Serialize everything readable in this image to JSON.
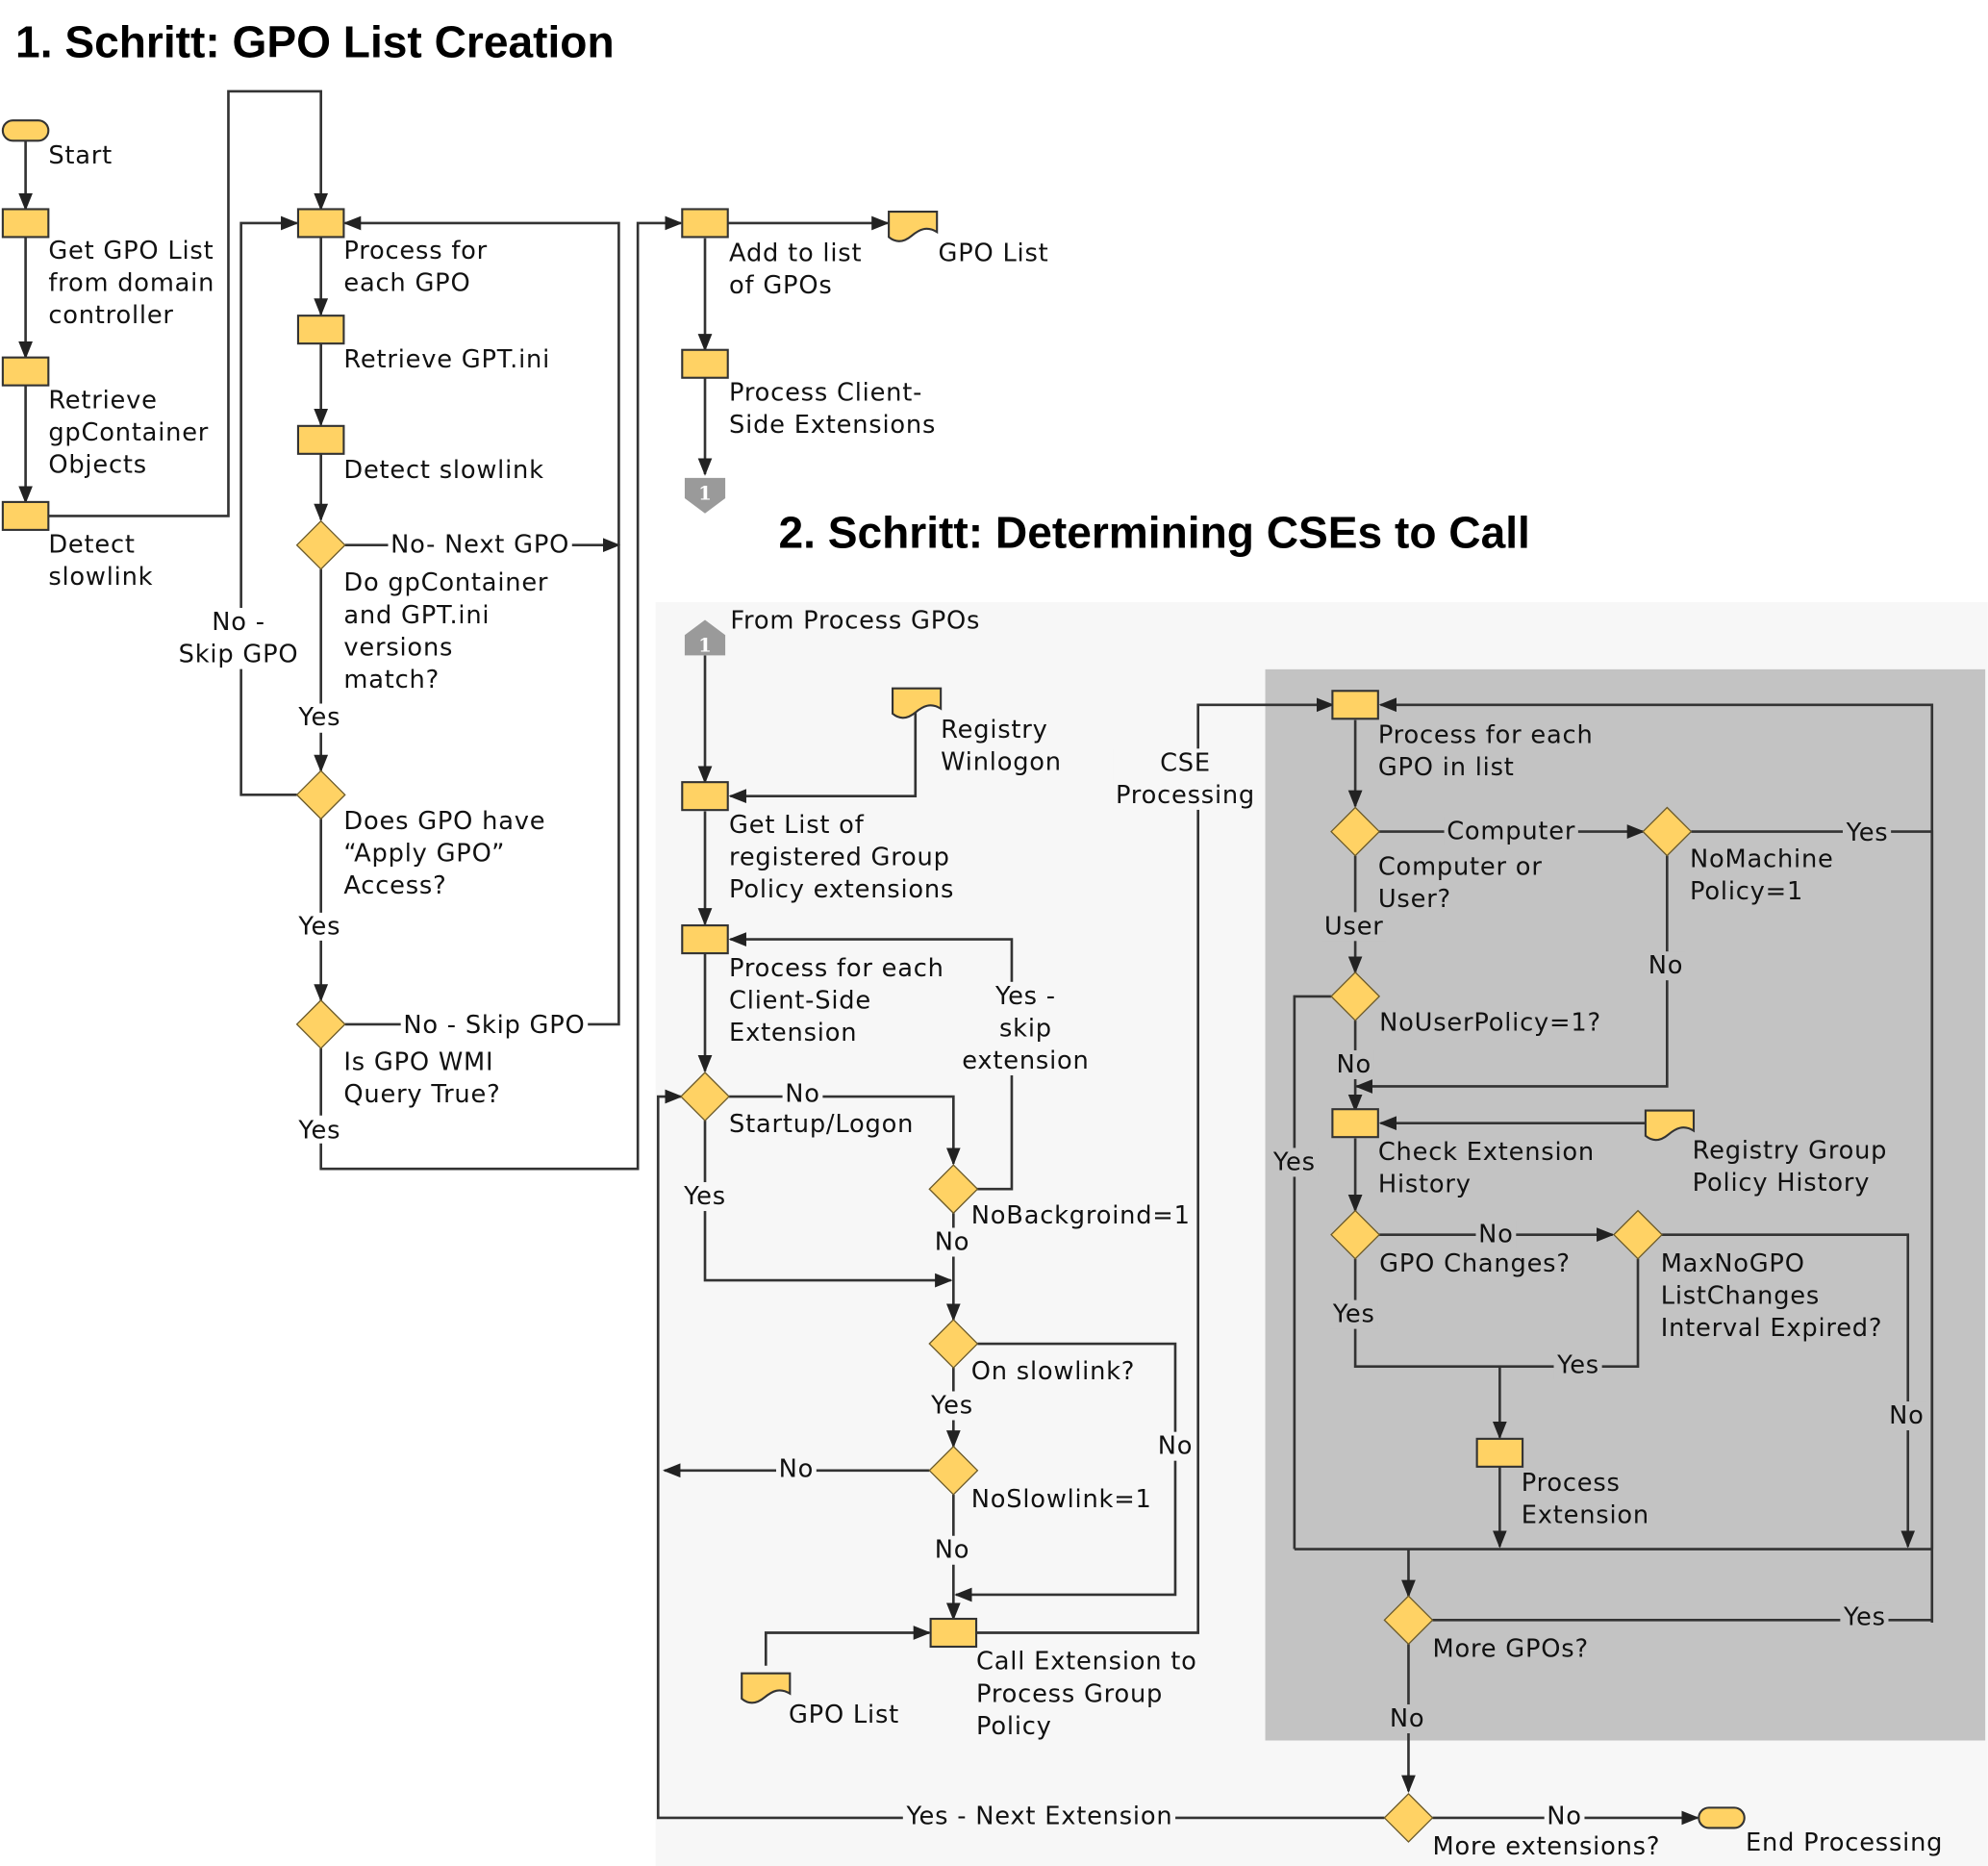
{
  "section1": {
    "title": "1. Schritt: GPO List Creation",
    "nodes": {
      "start": "Start",
      "get_gpo_list": [
        "Get GPO List",
        "from domain",
        "controller"
      ],
      "retrieve_gpcontainer": [
        "Retrieve",
        "gpContainer",
        "Objects"
      ],
      "detect_slowlink_1": [
        "Detect",
        "slowlink"
      ],
      "process_each_gpo": [
        "Process for",
        "each GPO"
      ],
      "retrieve_gpt_ini": [
        "Retrieve GPT.ini"
      ],
      "detect_slowlink_2": [
        "Detect slowlink"
      ],
      "versions_match": [
        "Do gpContainer",
        "and GPT.ini",
        "versions",
        "match?"
      ],
      "apply_gpo_access": [
        "Does GPO have",
        "“Apply GPO”",
        "Access?"
      ],
      "wmi_query": [
        "Is GPO WMI",
        "Query True?"
      ],
      "add_to_list": [
        "Add to list",
        "of GPOs"
      ],
      "gpo_list_doc": [
        "GPO List"
      ],
      "process_cse": [
        "Process Client-",
        "Side Extensions"
      ],
      "connector_out": "1"
    },
    "edges": {
      "no_next_gpo": "No- Next GPO",
      "no_skip_gpo_left": [
        "No -",
        "Skip GPO"
      ],
      "yes_1": "Yes",
      "yes_2": "Yes",
      "no_skip_gpo": "No - Skip GPO",
      "yes_3": "Yes"
    }
  },
  "section2": {
    "title": "2. Schritt: Determining CSEs to Call",
    "nodes": {
      "connector_in": "1",
      "from_process_gpos": "From Process GPOs",
      "registry_winlogon": [
        "Registry",
        "Winlogon"
      ],
      "get_list_extensions": [
        "Get List of",
        "registered Group",
        "Policy extensions"
      ],
      "process_each_cse": [
        "Process for each",
        "Client-Side",
        "Extension"
      ],
      "startup_logon": [
        "Startup/Logon"
      ],
      "nobackground": [
        "NoBackgroind=1"
      ],
      "on_slowlink": [
        "On slowlink?"
      ],
      "noslowlink": [
        "NoSlowlink=1"
      ],
      "call_extension": [
        "Call Extension to",
        "Process Group",
        "Policy"
      ],
      "gpo_list_doc": [
        "GPO List"
      ],
      "cse_processing": [
        "CSE",
        "Processing"
      ],
      "process_each_gpo_in_list": [
        "Process for each",
        "GPO in list"
      ],
      "computer_or_user": [
        "Computer or",
        "User?"
      ],
      "nomachine_policy": [
        "NoMachine",
        "Policy=1"
      ],
      "nouser_policy": [
        "NoUserPolicy=1?"
      ],
      "check_ext_history": [
        "Check Extension",
        "History"
      ],
      "registry_gp_history": [
        "Registry Group",
        "Policy History"
      ],
      "gpo_changes": [
        "GPO Changes?"
      ],
      "max_no_gpo": [
        "MaxNoGPO",
        "ListChanges",
        "Interval Expired?"
      ],
      "process_extension": [
        "Process",
        "Extension"
      ],
      "more_gpos": [
        "More GPOs?"
      ],
      "more_extensions": [
        "More extensions?"
      ],
      "end_processing": [
        "End Processing"
      ]
    },
    "edges": {
      "no_startup": "No",
      "yes_startup": "Yes",
      "yes_skip_extension": [
        "Yes -",
        "skip",
        "extension"
      ],
      "no_background": "No",
      "yes_slowlink": "Yes",
      "no_slowlink_right": "No",
      "no_noslowlink_left": "No",
      "no_noslowlink_down": "No",
      "computer": "Computer",
      "user": "User",
      "yes_nomachine": "Yes",
      "no_nomachine": "No",
      "no_nouser": "No",
      "yes_nouser": "Yes",
      "no_gpo_changes": "No",
      "yes_gpo_changes": "Yes",
      "yes_maxnogpo": "Yes",
      "no_maxnogpo": "No",
      "yes_more_gpos": "Yes",
      "no_more_gpos": "No",
      "yes_next_extension": "Yes - Next Extension",
      "no_more_extensions": "No"
    }
  },
  "colors": {
    "shape_fill": "#ffd264",
    "line": "#333333",
    "section2_bg": "#f7f7f7",
    "inner_panel_bg": "#c3c3c3",
    "connector": "#9a9a9a"
  }
}
